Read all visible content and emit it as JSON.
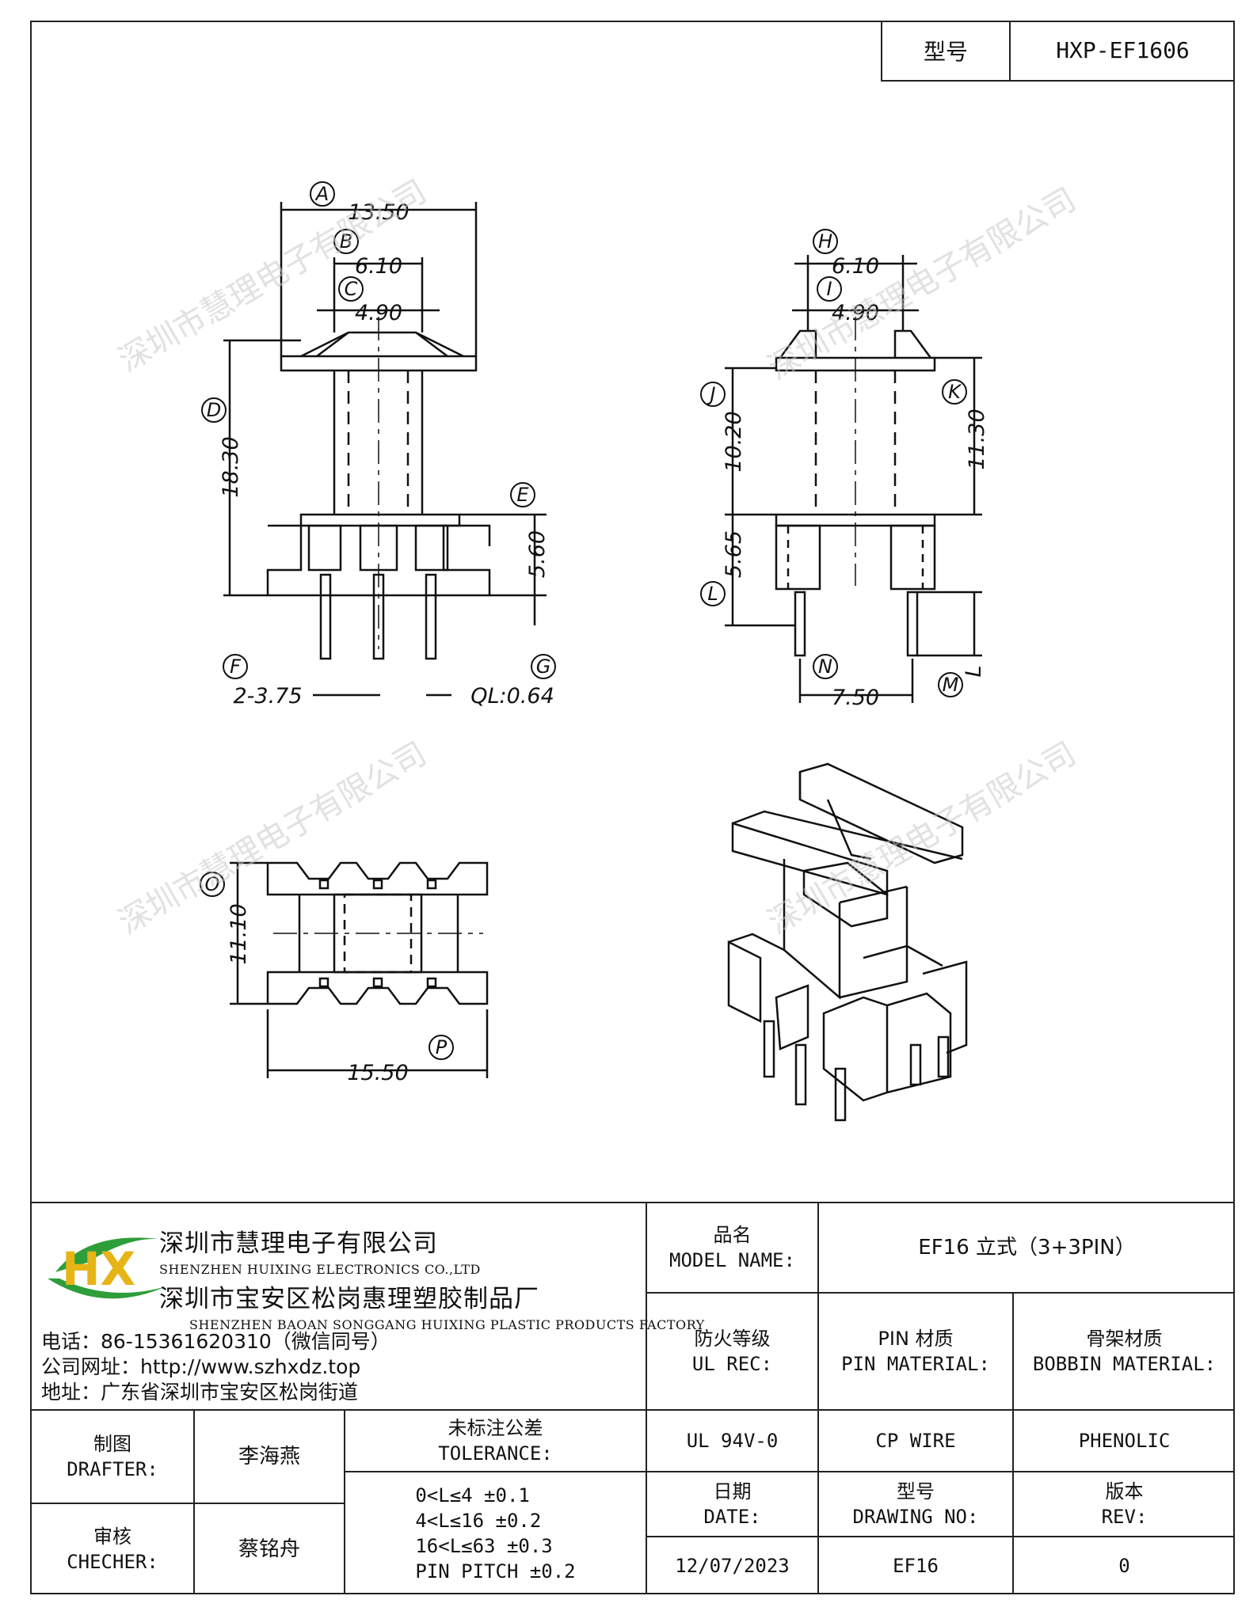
{
  "model_box": {
    "label": "型号",
    "value": "HXP-EF1606"
  },
  "drawing": {
    "front_view": {
      "dims": {
        "A": "13.50",
        "B": "6.10",
        "C": "4.90",
        "D": "18.30",
        "E": "5.60",
        "F": "2-3.75",
        "G": "QL:0.64"
      },
      "letters": [
        "A",
        "B",
        "C",
        "D",
        "E",
        "F",
        "G"
      ]
    },
    "side_view": {
      "dims": {
        "H": "6.10",
        "I": "4.90",
        "J": "10.20",
        "K": "11.30",
        "L": "5.65",
        "N": "7.50"
      },
      "letters": [
        "H",
        "I",
        "J",
        "K",
        "L",
        "M",
        "N"
      ],
      "extra": "L"
    },
    "bottom_view": {
      "dims": {
        "O": "11.10",
        "P": "15.50"
      },
      "letters": [
        "O",
        "P"
      ]
    },
    "watermark": "深圳市慧理电子有限公司"
  },
  "title_block": {
    "logo_letters": "HX",
    "company_cn_1": "深圳市慧理电子有限公司",
    "company_en_1": "SHENZHEN HUIXING ELECTRONICS CO.,LTD",
    "company_cn_2": "深圳市宝安区松岗惠理塑胶制品厂",
    "company_en_2": "SHENZHEN BAOAN SONGGANG HUIXING PLASTIC PRODUCTS FACTORY",
    "phone": "电话：86-15361620310（微信同号）",
    "website": "公司网址：http://www.szhxdz.top",
    "address": "地址：广东省深圳市宝安区松岗街道",
    "model_name_label_cn": "品名",
    "model_name_label_en": "MODEL NAME:",
    "model_name_value": "EF16 立式（3+3PIN）",
    "ul_label_cn": "防火等级",
    "ul_label_en": "UL REC:",
    "pin_label_cn": "PIN 材质",
    "pin_label_en": "PIN MATERIAL:",
    "bobbin_label_cn": "骨架材质",
    "bobbin_label_en": "BOBBIN MATERIAL:",
    "ul_value": "UL 94V-0",
    "pin_value": "CP WIRE",
    "bobbin_value": "PHENOLIC",
    "drafter_label_cn": "制图",
    "drafter_label_en": "DRAFTER:",
    "drafter_value": "李海燕",
    "checker_label_cn": "审核",
    "checker_label_en": "CHECHER:",
    "checker_value": "蔡铭舟",
    "tolerance_label_cn": "未标注公差",
    "tolerance_label_en": "TOLERANCE:",
    "tolerance_lines": [
      "0<L≤4   ±0.1",
      "4<L≤16  ±0.2",
      "16<L≤63 ±0.3",
      "PIN PITCH ±0.2"
    ],
    "date_label_cn": "日期",
    "date_label_en": "DATE:",
    "date_value": "12/07/2023",
    "drawing_no_label_cn": "型号",
    "drawing_no_label_en": "DRAWING NO:",
    "drawing_no_value": "EF16",
    "rev_label_cn": "版本",
    "rev_label_en": "REV:",
    "rev_value": "0"
  }
}
